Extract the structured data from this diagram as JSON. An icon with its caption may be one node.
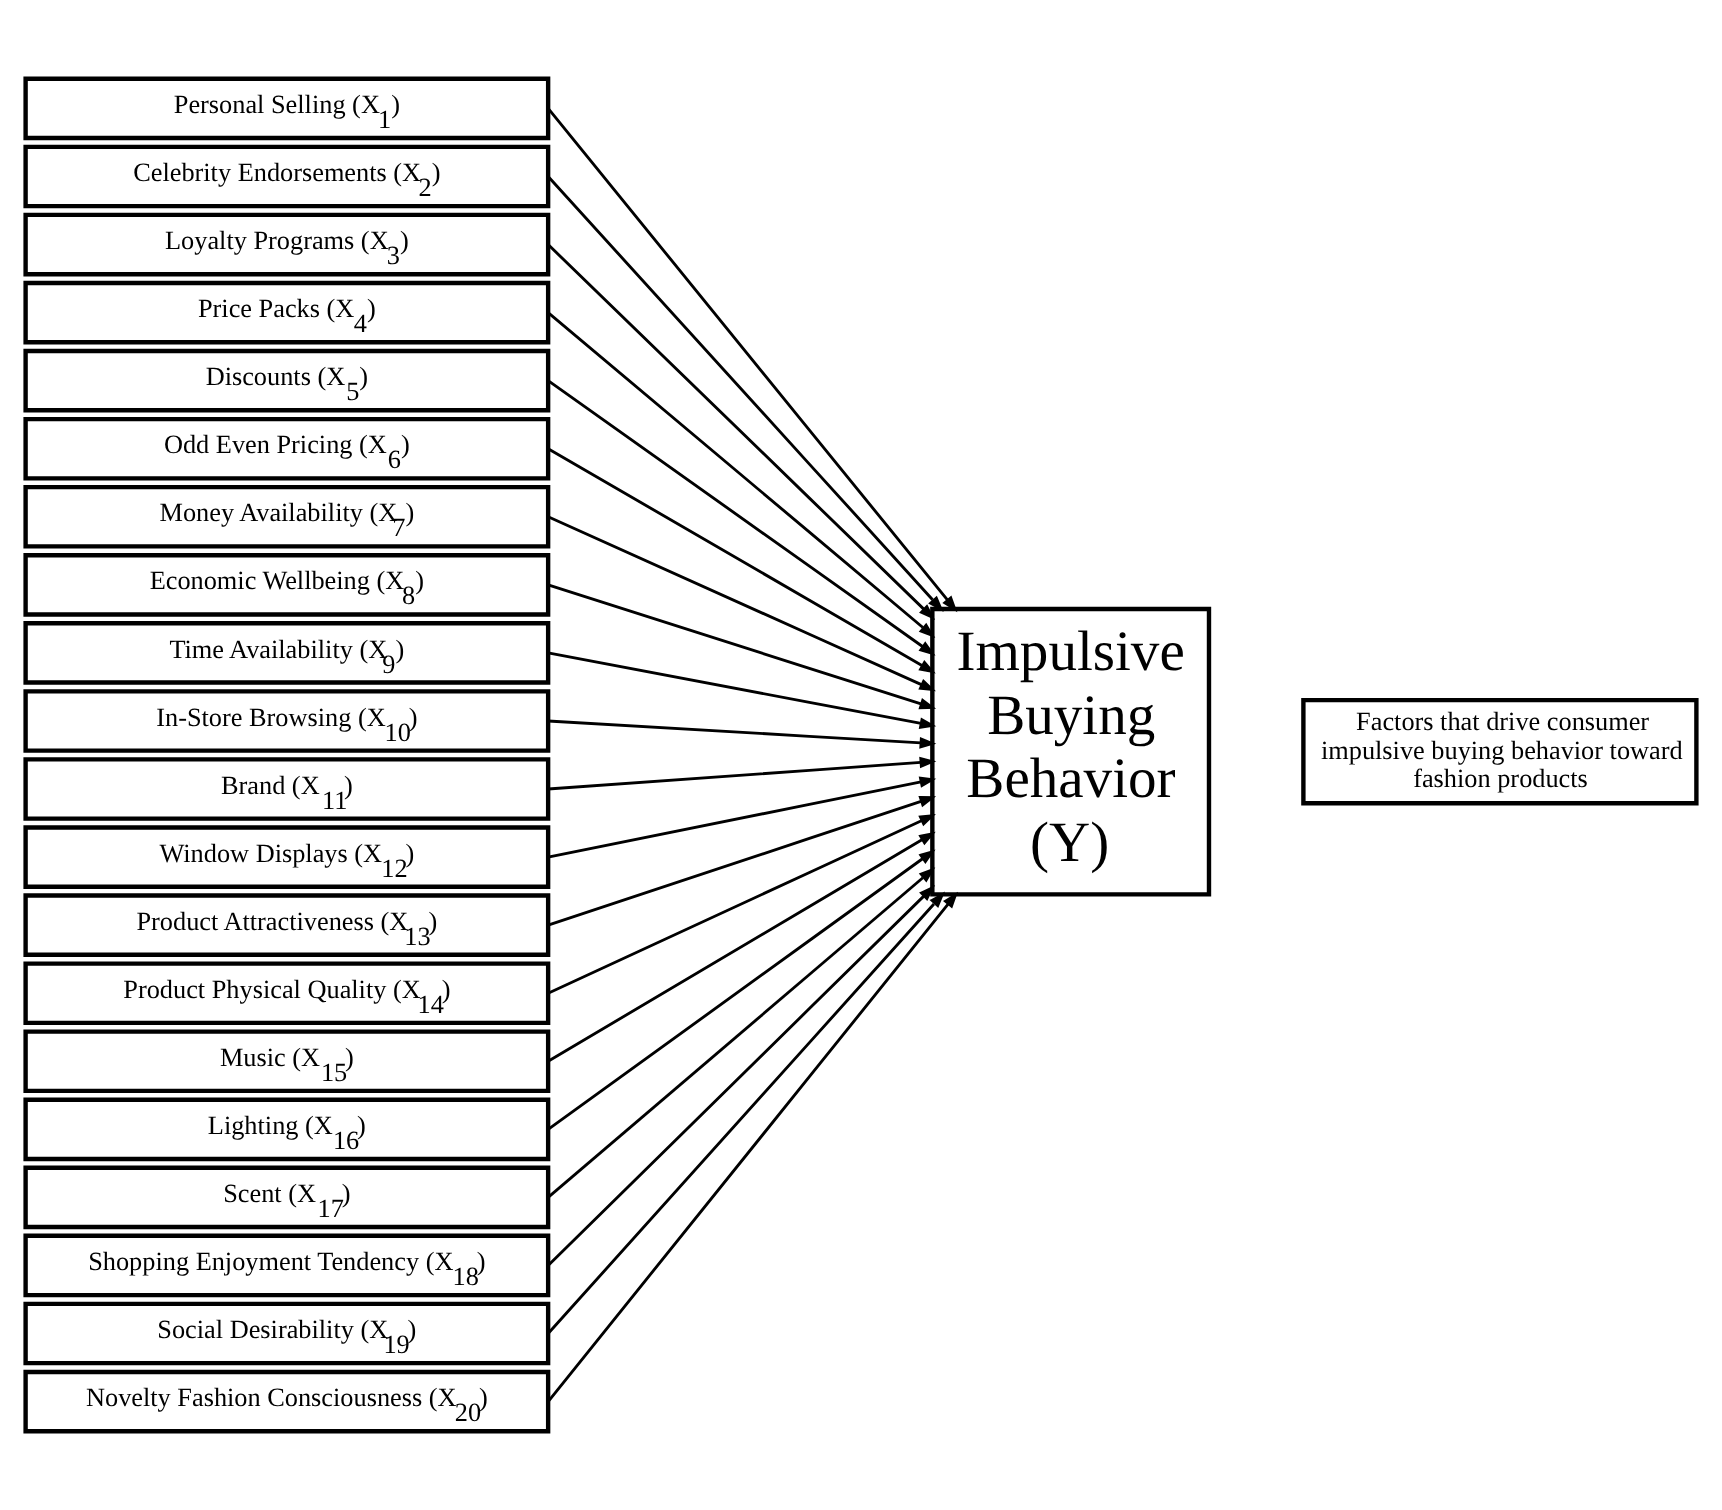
{
  "diagram": {
    "nodes": [
      {
        "text": [
          "Personal Selling (X$_{1}$)"
        ]
      },
      {
        "text": [
          "Celebrity Endorsements (X$_{2}$)"
        ]
      },
      {
        "text": [
          "Loyalty Programs (X$_{3}$)"
        ]
      },
      {
        "text": [
          "Price Packs (X$_{4}$)"
        ]
      },
      {
        "text": [
          "Discounts (X$_{5}$)"
        ]
      },
      {
        "text": [
          "Odd Even Pricing (X$_{6}$)"
        ]
      },
      {
        "text": [
          "Money Availability (X$_{7}$)"
        ]
      },
      {
        "text": [
          "Economic Wellbeing (X$_{8}$)"
        ]
      },
      {
        "text": [
          "Time Availability (X$_{9}$)"
        ]
      },
      {
        "text": [
          "In-Store Browsing (X$_{10}$)"
        ]
      },
      {
        "text": [
          "Brand (X$_{11}$)"
        ]
      },
      {
        "text": [
          "Window Displays (X$_{12}$)"
        ]
      },
      {
        "text": [
          "Product Attractiveness (X$_{13}$)"
        ]
      },
      {
        "text": [
          "Product Physical Quality (X$_{14}$)"
        ]
      },
      {
        "text": [
          "Music (X$_{15}$)"
        ]
      },
      {
        "text": [
          "Lighting (X$_{16}$)"
        ]
      },
      {
        "text": [
          "Scent (X$_{17}$)"
        ]
      },
      {
        "text": [
          "Shopping Enjoyment Tendency (X$_{18}$)"
        ]
      },
      {
        "text": [
          "Social Desirability (X$_{19}$)"
        ]
      },
      {
        "text": [
          "Novelty Fashion Consciousness (X$_{20}$)"
        ]
      },
      {
        "text": [
          "Impulsive Buying Behavior (Y)"
        ]
      },
      {
        "text": [
          "Factors that drive consumer impulsive buying behavior toward fashion products"
        ]
      }
    ],
    "edges": [
      {
        "from": 0,
        "to": 20,
        "arrow": "to"
      },
      {
        "from": 1,
        "to": 20,
        "arrow": "to"
      },
      {
        "from": 2,
        "to": 20,
        "arrow": "to"
      },
      {
        "from": 3,
        "to": 20,
        "arrow": "to"
      },
      {
        "from": 4,
        "to": 20,
        "arrow": "to"
      },
      {
        "from": 5,
        "to": 20,
        "arrow": "to"
      },
      {
        "from": 6,
        "to": 20,
        "arrow": "to"
      },
      {
        "from": 7,
        "to": 20,
        "arrow": "to"
      },
      {
        "from": 8,
        "to": 20,
        "arrow": "to"
      },
      {
        "from": 9,
        "to": 20,
        "arrow": "to"
      },
      {
        "from": 10,
        "to": 20,
        "arrow": "to"
      },
      {
        "from": 11,
        "to": 20,
        "arrow": "to"
      },
      {
        "from": 12,
        "to": 20,
        "arrow": "to"
      },
      {
        "from": 13,
        "to": 20,
        "arrow": "to"
      },
      {
        "from": 14,
        "to": 20,
        "arrow": "to"
      },
      {
        "from": 15,
        "to": 20,
        "arrow": "to"
      },
      {
        "from": 16,
        "to": 20,
        "arrow": "to"
      },
      {
        "from": 17,
        "to": 20,
        "arrow": "to"
      },
      {
        "from": 18,
        "to": 20,
        "arrow": "to"
      },
      {
        "from": 19,
        "to": 20,
        "arrow": "to"
      }
    ]
  }
}
